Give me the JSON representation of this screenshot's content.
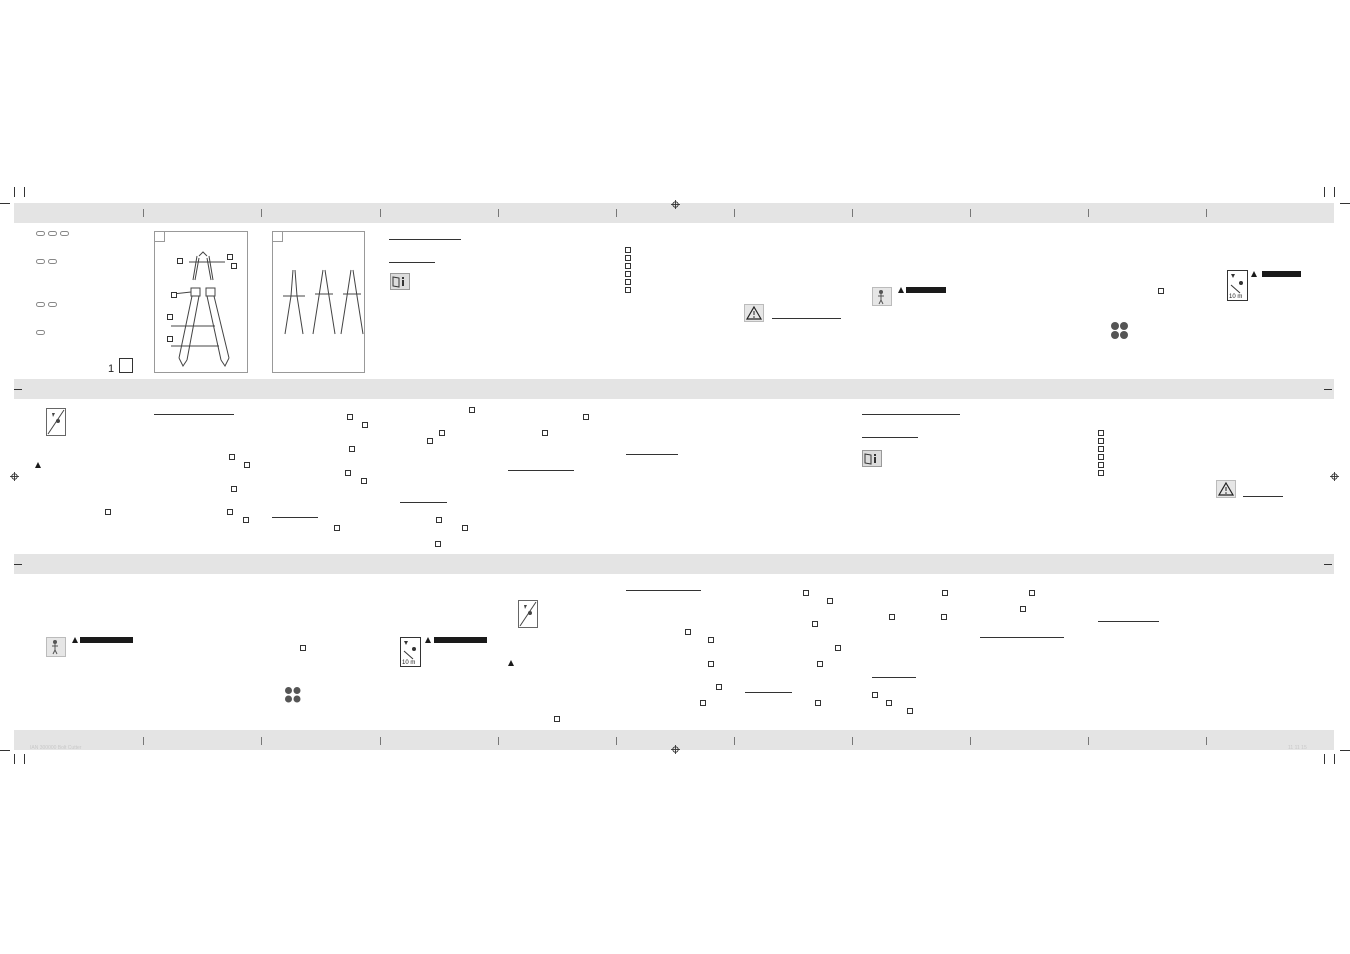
{
  "page": {
    "figure_one_label": "1",
    "footer_left": "IAN 300000 Bolt Cutter",
    "footer_right": "11 11 15"
  },
  "overview": {
    "icon": "cover-leaflet-icon"
  },
  "figures": {
    "figure_a": {
      "icon": "bolt-cutter-parts-diagram-icon"
    },
    "figure_b": {
      "icon": "bolt-cutter-adjustment-diagram-icon"
    }
  },
  "language_badges": [
    {
      "row": 1,
      "count": 3
    },
    {
      "row": 2,
      "count": 2
    },
    {
      "row": 3,
      "count": 2
    },
    {
      "row": 4,
      "count": 1
    }
  ],
  "symbols": {
    "read_manual": "book-info-icon",
    "warning": "warning-triangle-icon",
    "no_children": "no-children-icon",
    "protective_gear": "ppe-icon",
    "distance_10m": "distance-10m-icon",
    "distance_text": "10 m"
  },
  "colors": {
    "band": "#e4e4e4",
    "ink": "#222222",
    "warning_bar": "#1a1a1a"
  }
}
